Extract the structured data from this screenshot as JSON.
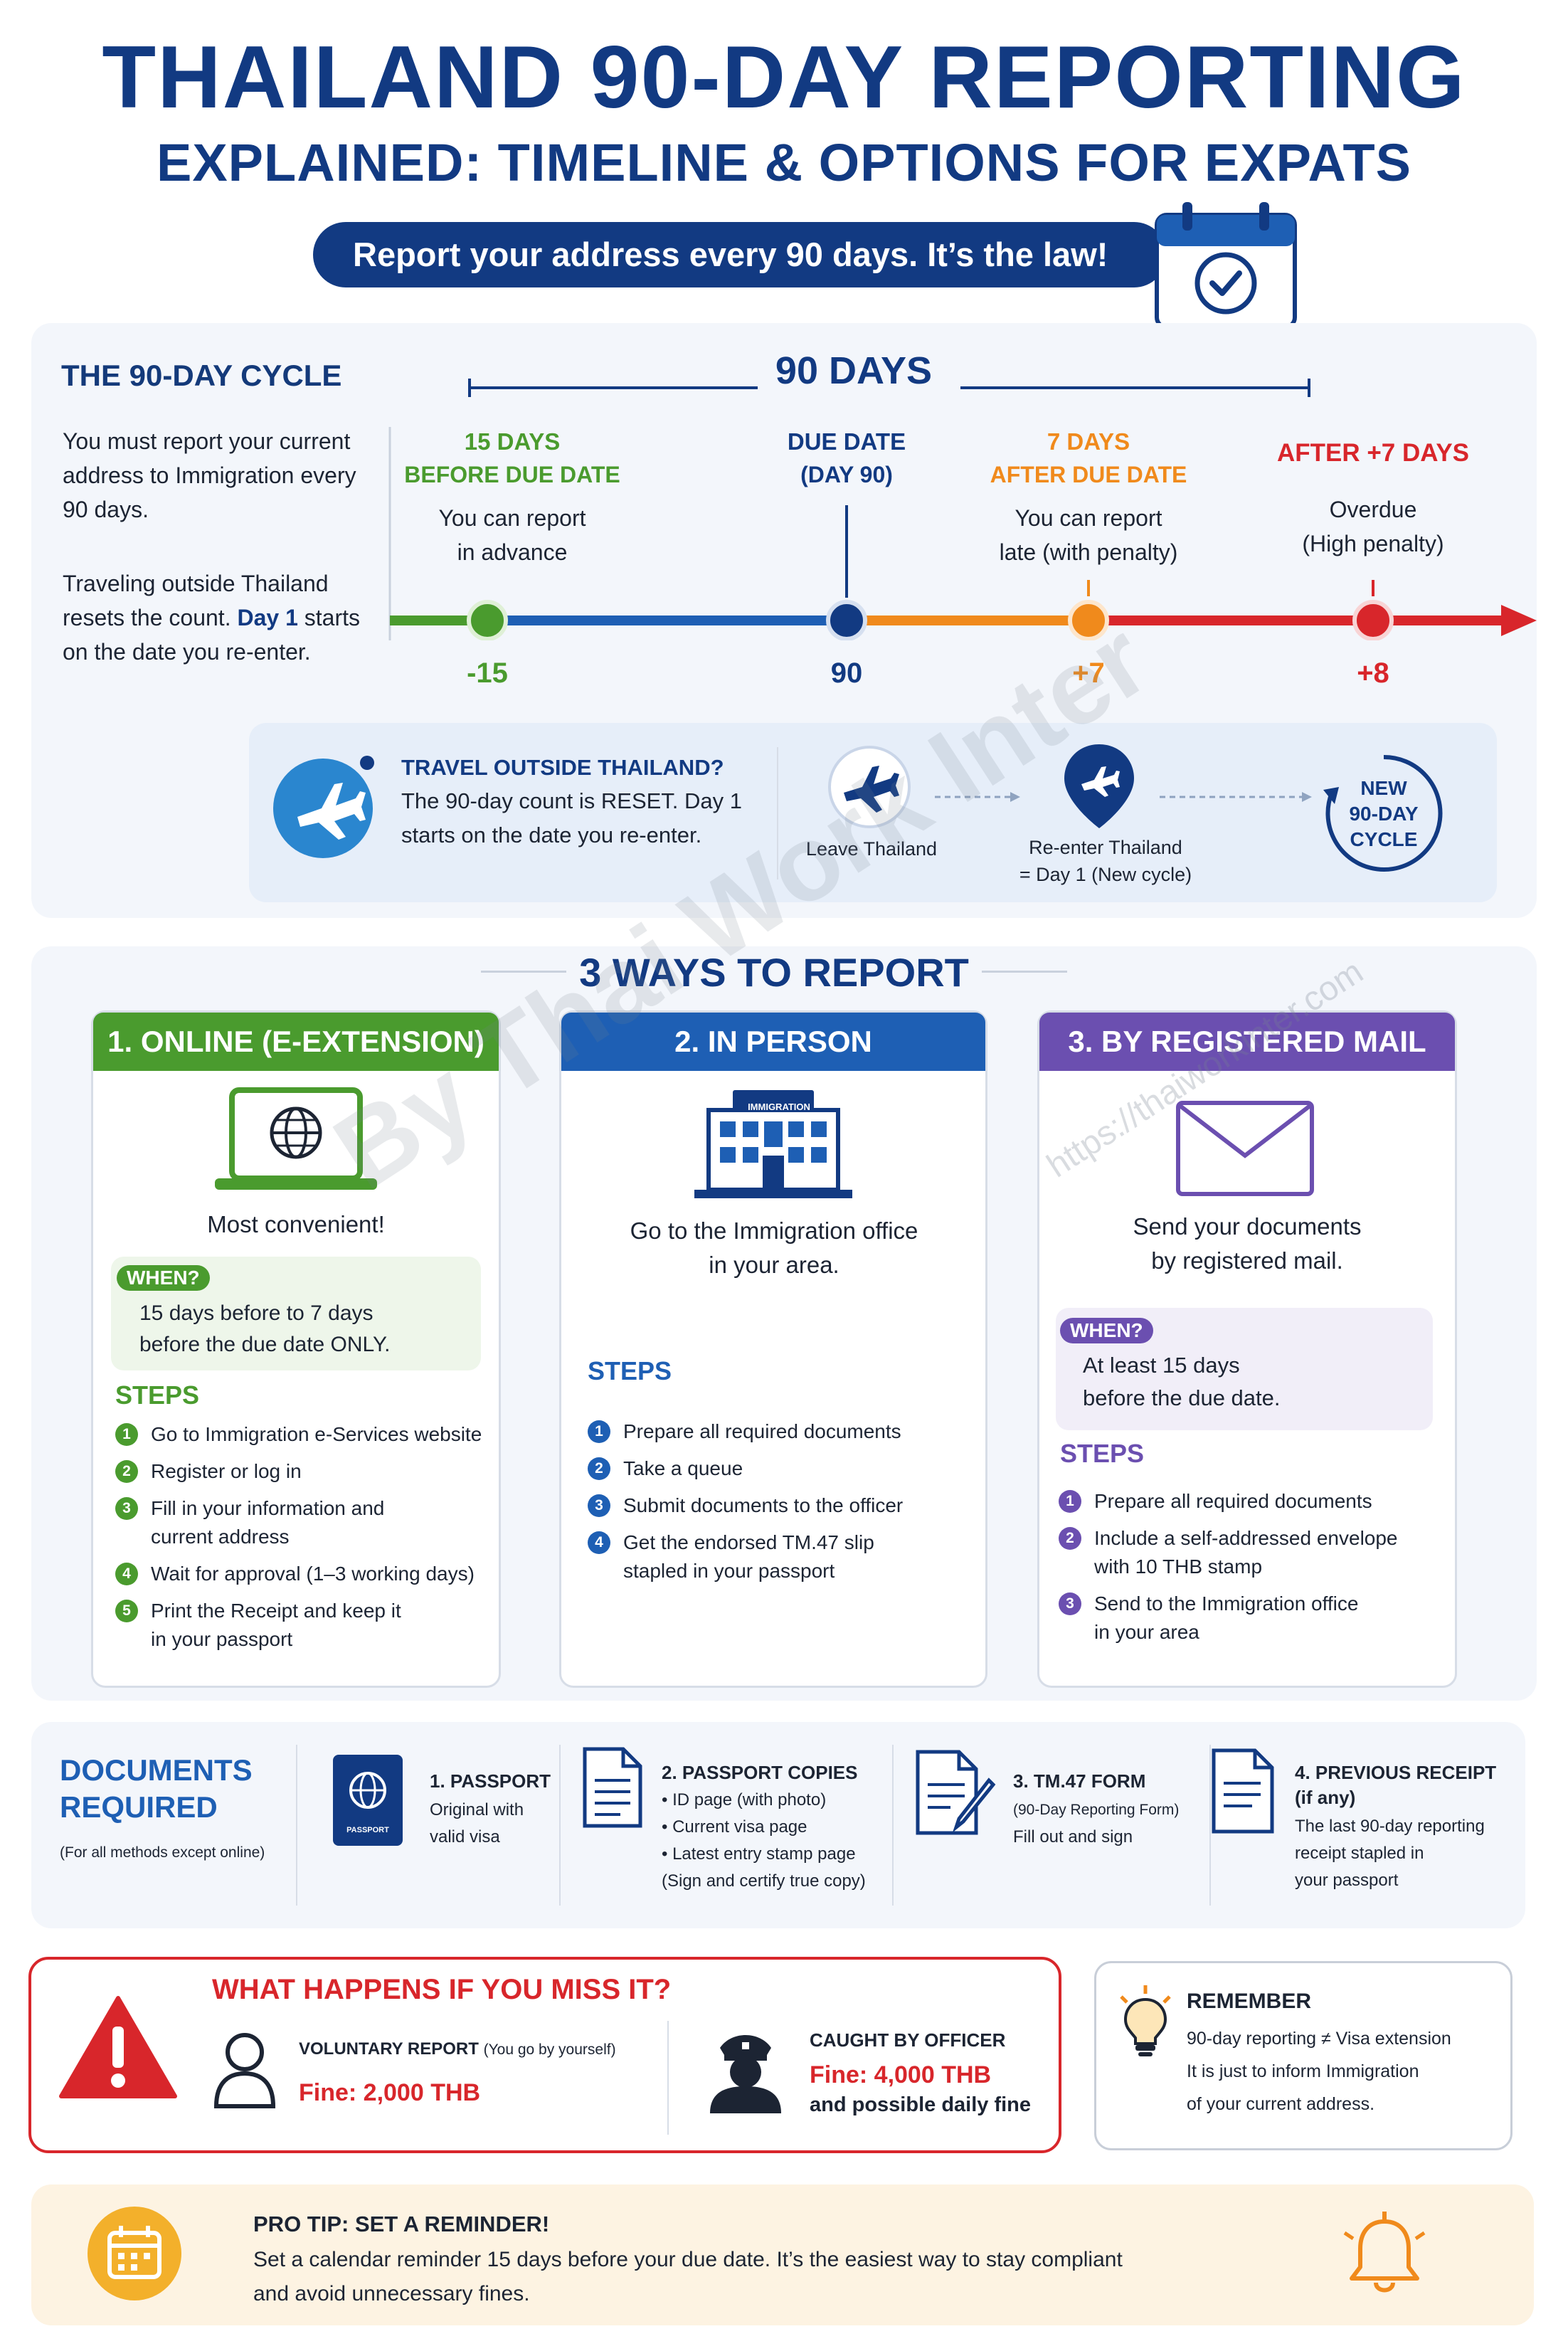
{
  "header": {
    "title": "THAILAND 90-DAY REPORTING",
    "subtitle": "EXPLAINED: TIMELINE & OPTIONS FOR EXPATS",
    "banner": "Report your address every 90 days. It’s the law!"
  },
  "cycle": {
    "heading": "THE 90-DAY CYCLE",
    "span_label": "90 DAYS",
    "intro_1": "You must report your current address to Immigration every 90 days.",
    "intro_2a": "Traveling outside Thailand resets the count.",
    "intro_2b": "Day 1",
    "intro_2c": "starts on the date you re-enter.",
    "points": [
      {
        "title_1": "15 DAYS",
        "title_2": "BEFORE DUE DATE",
        "desc_1": "You can report",
        "desc_2": "in advance",
        "value": "-15",
        "color": "#4a9b2e"
      },
      {
        "title_1": "DUE DATE",
        "title_2": "(DAY 90)",
        "desc_1": "",
        "desc_2": "",
        "value": "90",
        "color": "#143a7a"
      },
      {
        "title_1": "7 DAYS",
        "title_2": "AFTER DUE DATE",
        "desc_1": "You can report",
        "desc_2": "late (with penalty)",
        "value": "+7",
        "color": "#f08a1c"
      },
      {
        "title_1": "AFTER +7 DAYS",
        "title_2": "",
        "desc_1": "Overdue",
        "desc_2": "(High penalty)",
        "value": "+8",
        "color": "#d8262b"
      }
    ],
    "travel": {
      "title": "TRAVEL OUTSIDE THAILAND?",
      "text_1": "The 90-day count is RESET. Day 1",
      "text_2": "starts on the date you re-enter.",
      "leave": "Leave Thailand",
      "reenter_1": "Re-enter Thailand",
      "reenter_2": "= Day 1 (New cycle)",
      "new_1": "NEW",
      "new_2": "90-DAY",
      "new_3": "CYCLE"
    }
  },
  "ways": {
    "heading": "3 WAYS TO REPORT",
    "online": {
      "title": "1. ONLINE (E-EXTENSION)",
      "tagline": "Most convenient!",
      "when_label": "WHEN?",
      "when_1": "15 days before to 7 days",
      "when_2": "before the due date ONLY.",
      "steps_title": "STEPS",
      "steps": [
        {
          "n": "1",
          "a": "Go to Immigration e-Services website",
          "b": ""
        },
        {
          "n": "2",
          "a": "Register or log in",
          "b": ""
        },
        {
          "n": "3",
          "a": "Fill in your information and",
          "b": "current address"
        },
        {
          "n": "4",
          "a": "Wait for approval (1–3 working days)",
          "b": ""
        },
        {
          "n": "5",
          "a": "Print the Receipt and keep it",
          "b": "in your passport"
        }
      ]
    },
    "person": {
      "title": "2. IN PERSON",
      "building_label": "IMMIGRATION",
      "tagline_1": "Go to the Immigration office",
      "tagline_2": "in your area.",
      "steps_title": "STEPS",
      "steps": [
        {
          "n": "1",
          "a": "Prepare all required documents",
          "b": ""
        },
        {
          "n": "2",
          "a": "Take a queue",
          "b": ""
        },
        {
          "n": "3",
          "a": "Submit documents to the officer",
          "b": ""
        },
        {
          "n": "4",
          "a": "Get the endorsed TM.47 slip",
          "b": "stapled in your passport"
        }
      ]
    },
    "mail": {
      "title": "3. BY REGISTERED MAIL",
      "tagline_1": "Send your documents",
      "tagline_2": "by registered mail.",
      "when_label": "WHEN?",
      "when_1": "At least 15 days",
      "when_2": "before the due date.",
      "steps_title": "STEPS",
      "steps": [
        {
          "n": "1",
          "a": "Prepare all required documents",
          "b": ""
        },
        {
          "n": "2",
          "a": "Include a self-addressed envelope",
          "b": "with 10 THB stamp"
        },
        {
          "n": "3",
          "a": "Send to the Immigration office",
          "b": "in your area"
        }
      ]
    }
  },
  "documents": {
    "heading_1": "DOCUMENTS",
    "heading_2": "REQUIRED",
    "note": "(For all methods except online)",
    "passport_cover": "PASSPORT",
    "items": [
      {
        "title": "1. PASSPORT",
        "lines": [
          "Original with",
          "valid visa"
        ]
      },
      {
        "title": "2. PASSPORT COPIES",
        "lines": [
          "• ID page (with photo)",
          "• Current visa page",
          "• Latest entry stamp page",
          "(Sign and certify true copy)"
        ]
      },
      {
        "title": "3. TM.47 FORM",
        "lines": [
          "(90-Day Reporting Form)",
          "Fill out and sign"
        ]
      },
      {
        "title": "4. PREVIOUS RECEIPT",
        "lines": [
          "(if any)",
          "The last 90-day reporting",
          "receipt stapled in",
          "your passport"
        ]
      }
    ]
  },
  "miss": {
    "heading": "WHAT HAPPENS IF YOU MISS IT?",
    "voluntary_title": "VOLUNTARY REPORT",
    "voluntary_note": "(You go by yourself)",
    "voluntary_fine": "Fine: 2,000 THB",
    "caught_title": "CAUGHT BY OFFICER",
    "caught_fine": "Fine: 4,000 THB",
    "caught_extra": "and possible daily fine"
  },
  "remember": {
    "title": "REMEMBER",
    "line_1": "90-day reporting ≠ Visa extension",
    "line_2": "It is just to inform Immigration",
    "line_3": "of your current address."
  },
  "tip": {
    "title": "PRO TIP: SET A REMINDER!",
    "line_1": "Set a calendar reminder 15 days before your due date. It’s the easiest way to stay compliant",
    "line_2": "and avoid unnecessary fines."
  },
  "watermark": {
    "text": "By Thai Work Inter",
    "url": "https://thaiworkinter.com"
  },
  "colors": {
    "navy": "#123a82",
    "green": "#4a9b2e",
    "blue": "#1e5fb4",
    "orange": "#f08a1c",
    "red": "#d8262b",
    "purple": "#6b4fb0"
  }
}
